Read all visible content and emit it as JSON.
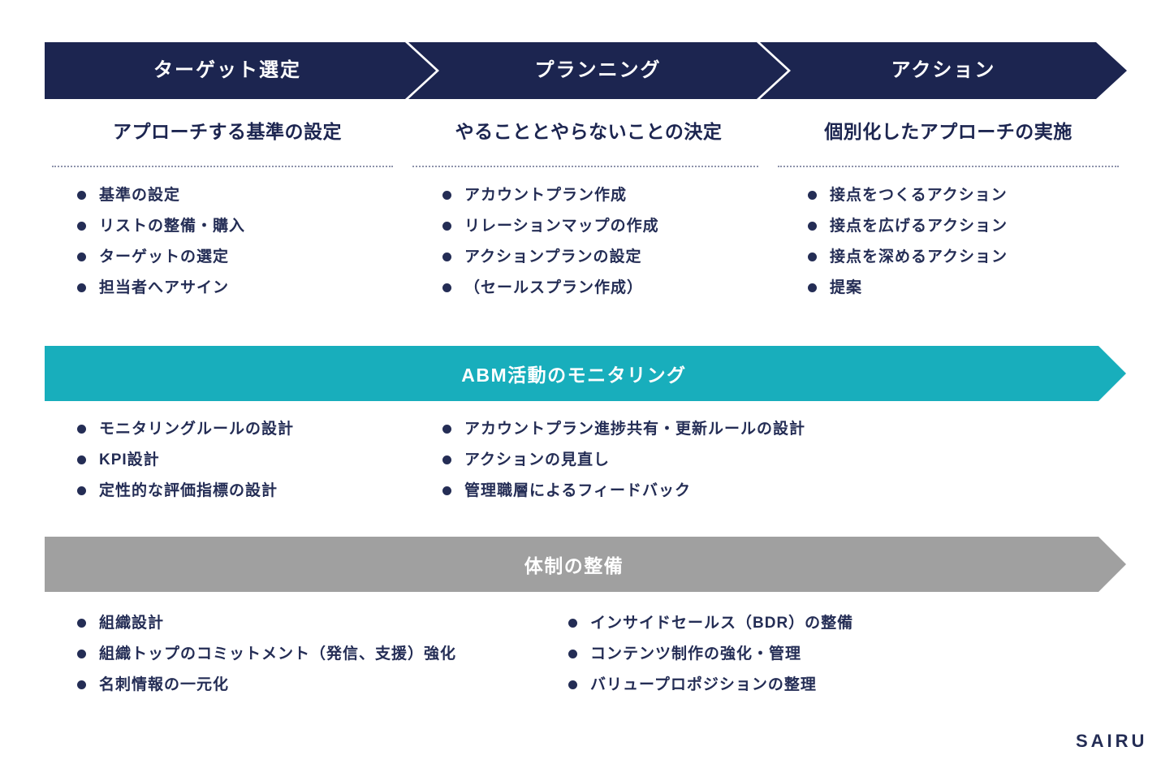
{
  "colors": {
    "navy": "#1c2550",
    "teal": "#18aebc",
    "gray": "#a0a0a0",
    "text": "#242d55",
    "white": "#ffffff"
  },
  "phases": [
    {
      "title": "ターゲット選定",
      "subtitle": "アプローチする基準の設定",
      "items": [
        "基準の設定",
        "リストの整備・購入",
        "ターゲットの選定",
        "担当者へアサイン"
      ]
    },
    {
      "title": "プランニング",
      "subtitle": "やることとやらないことの決定",
      "items": [
        "アカウントプラン作成",
        "リレーションマップの作成",
        "アクションプランの設定",
        "（セールスプラン作成）"
      ]
    },
    {
      "title": "アクション",
      "subtitle": "個別化したアプローチの実施",
      "items": [
        "接点をつくるアクション",
        "接点を広げるアクション",
        "接点を深めるアクション",
        "提案"
      ]
    }
  ],
  "monitoring": {
    "banner": "ABM活動のモニタリング",
    "left_items": [
      "モニタリングルールの設計",
      "KPI設計",
      "定性的な評価指標の設計"
    ],
    "right_items": [
      "アカウントプラン進捗共有・更新ルールの設計",
      "アクションの見直し",
      "管理職層によるフィードバック"
    ]
  },
  "structure": {
    "banner": "体制の整備",
    "left_items": [
      "組織設計",
      "組織トップのコミットメント（発信、支援）強化",
      "名刺情報の一元化"
    ],
    "right_items": [
      "インサイドセールス（BDR）の整備",
      "コンテンツ制作の強化・管理",
      "バリュープロポジションの整理"
    ]
  },
  "logo": "SAIRU"
}
